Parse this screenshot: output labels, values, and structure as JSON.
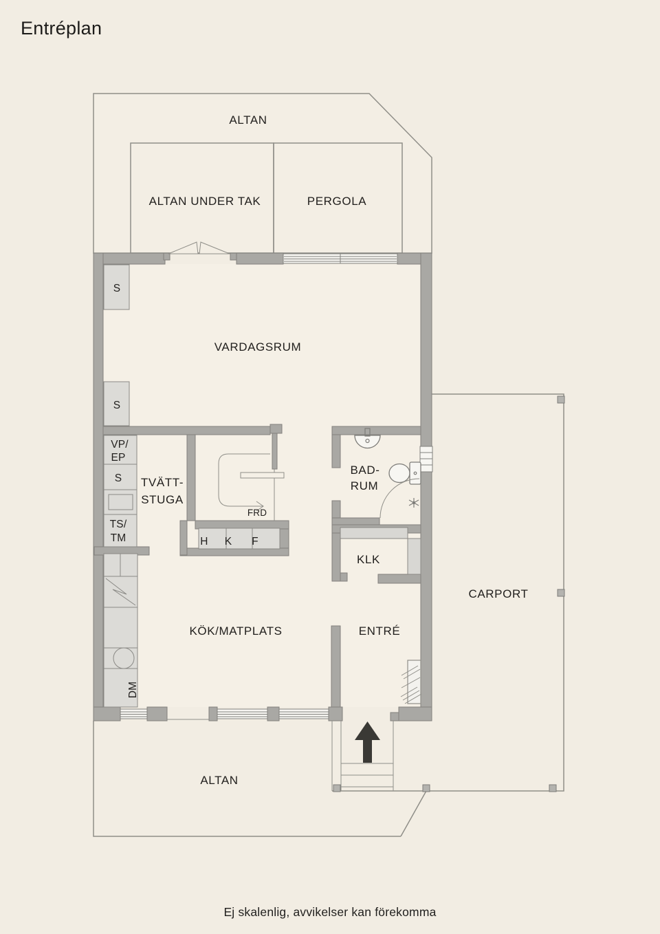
{
  "page": {
    "title": "Entréplan",
    "footer": "Ej skalenlig, avvikelser kan förekomma"
  },
  "areas": {
    "altan_top": "ALTAN",
    "altan_under_tak": "ALTAN UNDER TAK",
    "pergola": "PERGOLA",
    "vardagsrum": "VARDAGSRUM",
    "tvattstuga": [
      "TVÄTT-",
      "STUGA"
    ],
    "frd": "FRD",
    "badrum": [
      "BAD-",
      "RUM"
    ],
    "klk": "KLK",
    "carport": "CARPORT",
    "kok_matplats": "KÖK/MATPLATS",
    "entre": "ENTRÉ",
    "altan_bottom": "ALTAN"
  },
  "closets": {
    "s_top": "S",
    "s_bottom": "S",
    "vp_ep": [
      "VP/",
      "EP"
    ],
    "s_laundry": "S",
    "ts_tm": [
      "TS/",
      "TM"
    ],
    "cabinets": [
      "H",
      "K",
      "F"
    ],
    "dm": "DM"
  },
  "colors": {
    "background": "#f2ede3",
    "floor": "#f5f0e6",
    "wall": "#a9a8a4",
    "cabinet_fill": "#dcdbd7",
    "outline": "#8f8e88",
    "window": "#f7f6f2",
    "text": "#211f1d",
    "arrow": "#3a3935"
  }
}
